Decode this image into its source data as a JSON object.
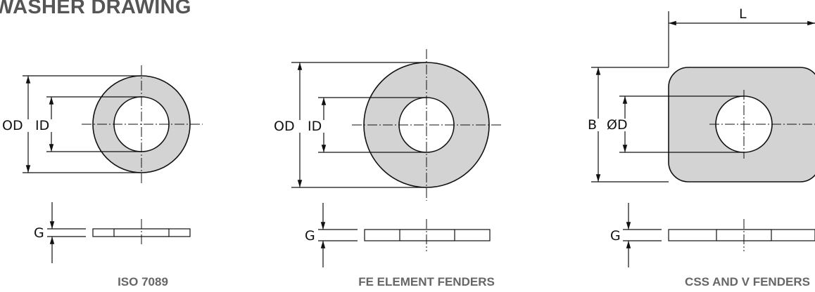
{
  "title": "WASHER DRAWING",
  "colors": {
    "fill": "#d3d3d3",
    "stroke": "#111111",
    "title": "#555555",
    "caption": "#666666"
  },
  "drawings": [
    {
      "caption": "ISO 7089",
      "labels": {
        "outer": "OD",
        "inner": "ID",
        "thickness": "G"
      }
    },
    {
      "caption": "FE ELEMENT FENDERS",
      "labels": {
        "outer": "OD",
        "inner": "ID",
        "thickness": "G"
      }
    },
    {
      "caption": "CSS AND V FENDERS",
      "labels": {
        "length": "L",
        "outer": "B",
        "inner": "ØD",
        "thickness": "G"
      }
    }
  ]
}
